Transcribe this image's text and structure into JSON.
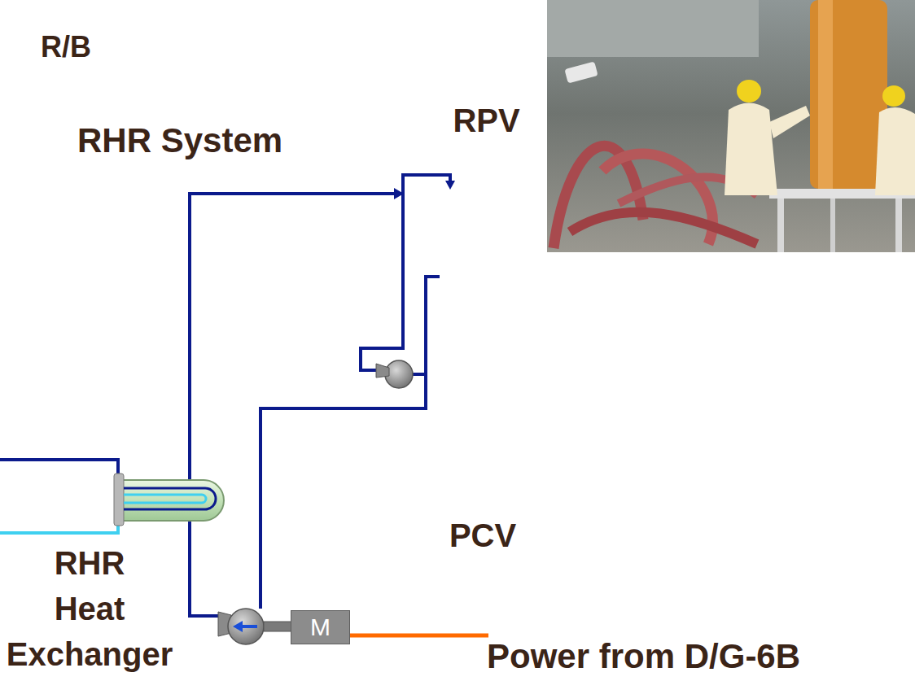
{
  "diagram": {
    "nodes": [
      {
        "text": [
          "R/B"
        ]
      },
      {
        "text": [
          "PCV"
        ],
        "in": 0
      },
      {
        "text": [
          "RPV"
        ],
        "in": 1
      },
      {
        "text": [
          "M"
        ],
        "in": 0
      }
    ],
    "labels": [
      "RHR System",
      "RHR Heat Exchanger",
      "Power from D/G-6B"
    ]
  }
}
